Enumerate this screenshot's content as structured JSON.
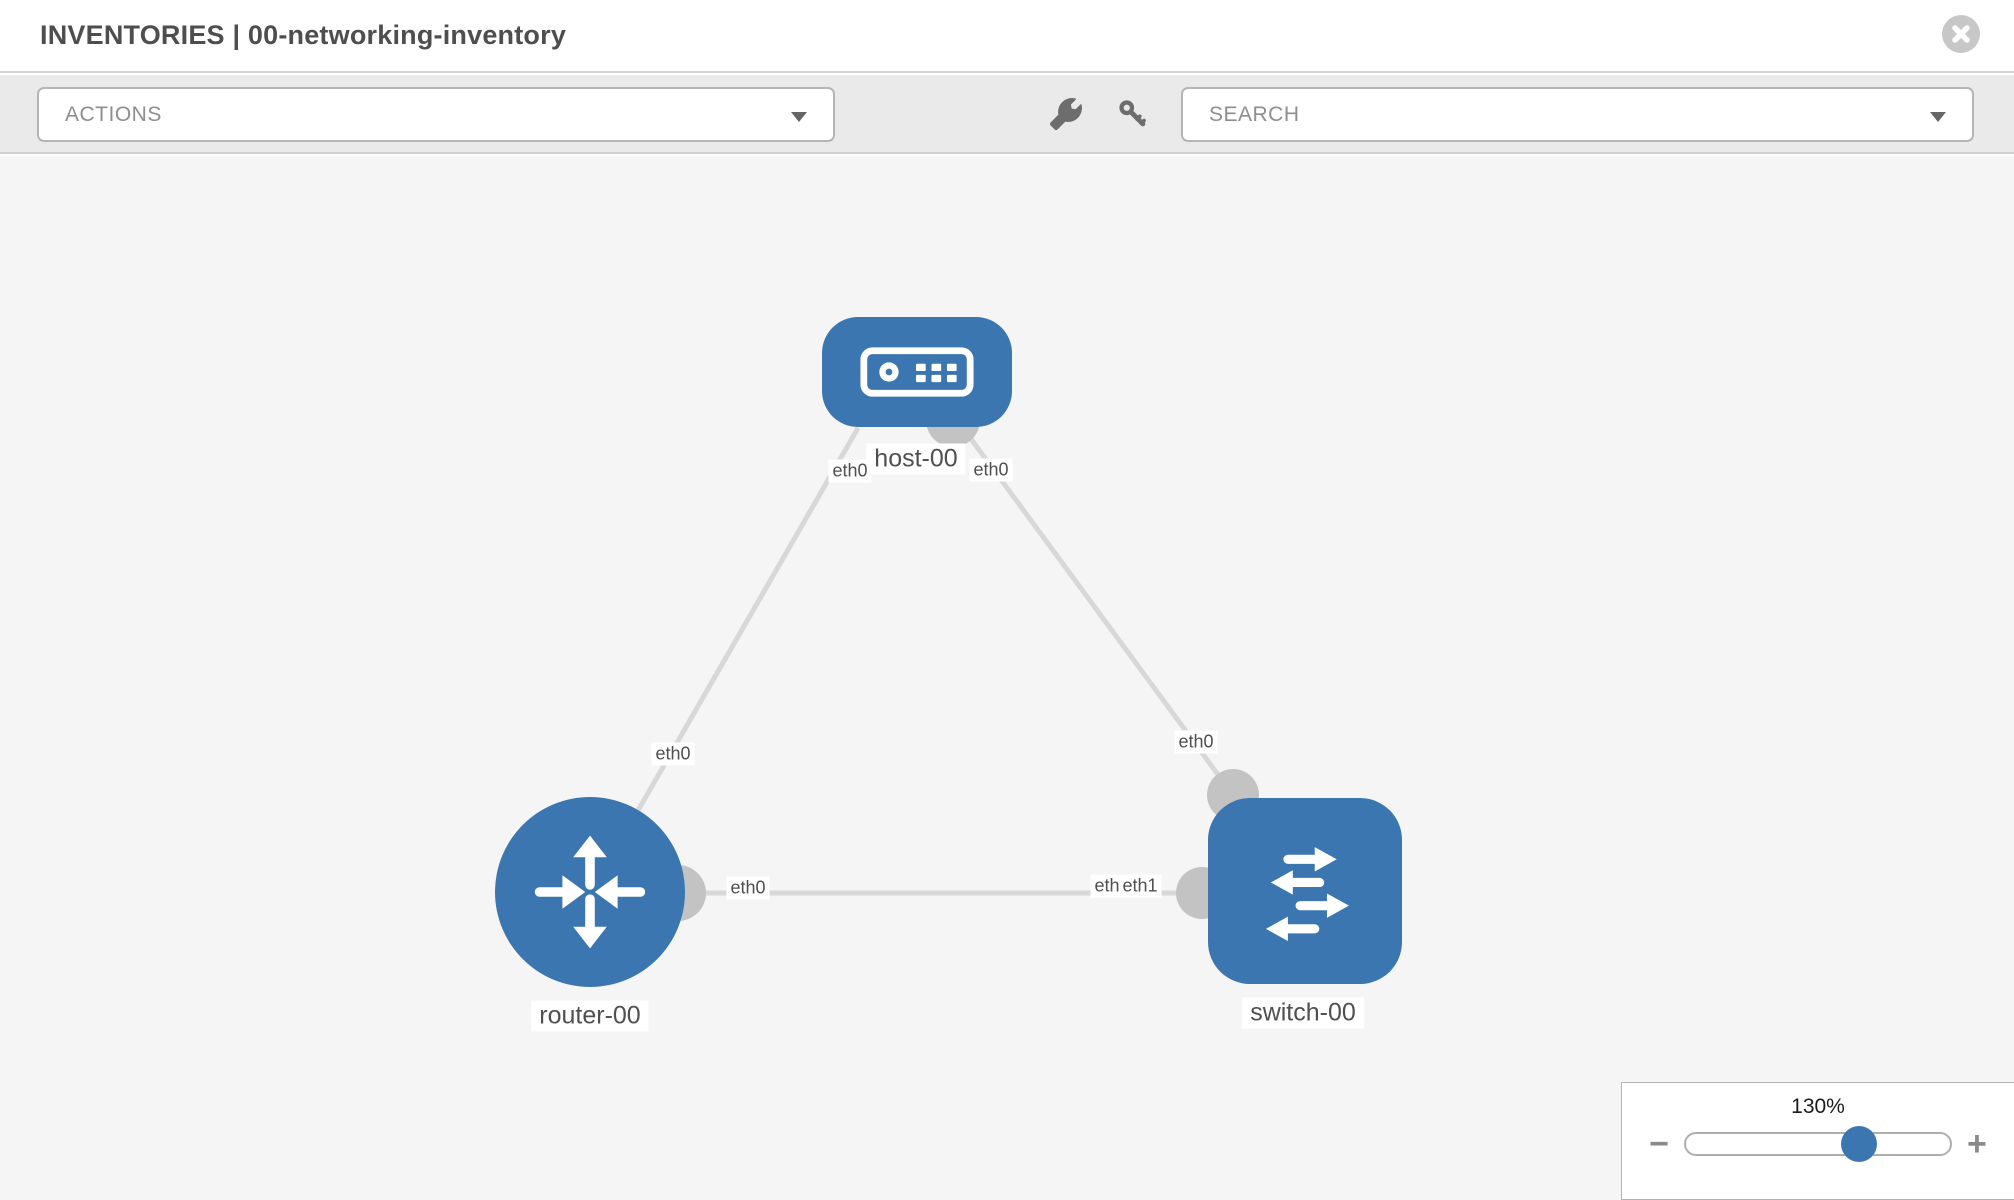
{
  "header": {
    "title": "INVENTORIES | 00-networking-inventory"
  },
  "toolbar": {
    "actions_label": "ACTIONS",
    "search_placeholder": "SEARCH"
  },
  "topology": {
    "nodes": [
      {
        "label": "host-00",
        "type": "host"
      },
      {
        "label": "router-00",
        "type": "router"
      },
      {
        "label": "switch-00",
        "type": "switch"
      }
    ],
    "links": [
      {
        "from": "router-00",
        "to": "host-00",
        "from_interface": "eth0",
        "to_interface": "eth0"
      },
      {
        "from": "host-00",
        "to": "switch-00",
        "from_interface": "eth0",
        "to_interface": "eth0"
      },
      {
        "from": "router-00",
        "to": "switch-00",
        "from_interface": "eth0",
        "to_interface": "eth1",
        "overlapped_label": "eth0"
      }
    ]
  },
  "zoom_control": {
    "level": "130%",
    "minus_label": "−",
    "plus_label": "+"
  },
  "colors": {
    "node_blue": "#3b76b0",
    "link_gray": "#d8d8d8",
    "port_gray": "#c3c3c3",
    "canvas_bg": "#f5f5f5"
  }
}
